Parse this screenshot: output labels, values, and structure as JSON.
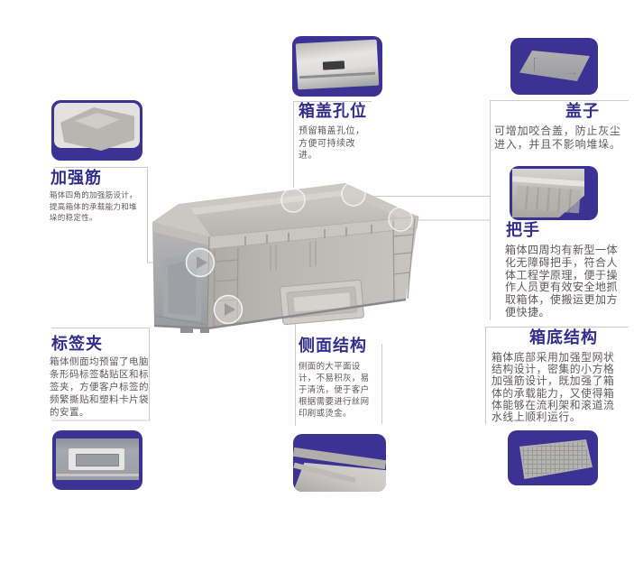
{
  "page": {
    "type": "product-feature-infographic",
    "background": "#ffffff"
  },
  "colors": {
    "accent_purple": "#3b3294",
    "title_purple": "#332e8c",
    "body_text": "#5c5a58",
    "callout_line": "#cbcbcb",
    "crate_front": "#bcb8b3",
    "crate_side": "#a4a6aa",
    "crate_rim": "#cbc7c2"
  },
  "icons": {
    "hotspot": "play-circle-icon"
  },
  "product": {
    "illustration": "gray plastic logistics turnover crate, 3/4 view"
  },
  "features": [
    {
      "id": "reinforcing-ribs",
      "title": "加强筋",
      "description": "箱体四角的加强筋设计，提高箱体的承载能力和堆垛的稳定性。"
    },
    {
      "id": "lid-hole-position",
      "title": "箱盖孔位",
      "description": "预留箱盖孔位，方便可持续改进。"
    },
    {
      "id": "lid",
      "title": "盖子",
      "description": "可增加咬合盖，防止灰尘进入，并且不影响堆垛。"
    },
    {
      "id": "handle",
      "title": "把手",
      "description": "箱体四周均有新型一体化无障碍把手，符合人体工程学原理，便于操作人员更有效安全地抓取箱体，使搬运更加方便快捷。"
    },
    {
      "id": "bottom-structure",
      "title": "箱底结构",
      "description": "箱体底部采用加强型网状结构设计，密集的小方格加强筋设计，既加强了箱体的承载能力，又使得箱体能够在流利架和滚道流水线上顺利运行。"
    },
    {
      "id": "side-structure",
      "title": "侧面结构",
      "description": "侧面的大平面设计，不易积灰，易于清洗，便于客户根据需要进行丝网印刷或烫金。"
    },
    {
      "id": "label-clip",
      "title": "标签夹",
      "description": "箱体侧面均预留了电脑条形码标签黏贴区和标签夹，方便客户标签的频繁撕贴和塑料卡片袋的安置。"
    }
  ]
}
